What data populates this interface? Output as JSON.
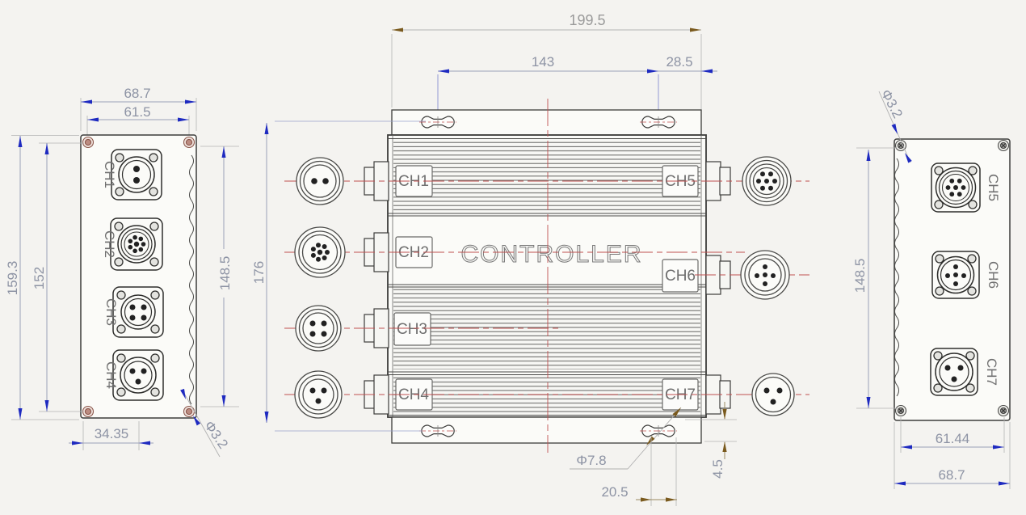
{
  "drawing_title": "CONTROLLER",
  "views": {
    "left_panel": {
      "channels": [
        "CH1",
        "CH2",
        "CH3",
        "CH4"
      ],
      "dimensions": {
        "width_outer": "68.7",
        "width_inner": "61.5",
        "height_outer": "159.3",
        "height_inner": "152",
        "height_right": "148.5",
        "bottom_offset": "34.35",
        "hole_diameter": "Φ3.2"
      }
    },
    "main_view": {
      "label": "CONTROLLER",
      "channels": [
        "CH1",
        "CH2",
        "CH3",
        "CH4",
        "CH5",
        "CH6",
        "CH7"
      ],
      "dimensions": {
        "total_width": "199.5",
        "mount_hole_span": "143",
        "mount_hole_edge_offset": "28.5",
        "total_height": "176",
        "mount_hole_diameter": "Φ7.8",
        "mount_slot_width": "20.5",
        "flange_offset": "4.5"
      }
    },
    "right_panel": {
      "channels": [
        "CH5",
        "CH6",
        "CH7"
      ],
      "dimensions": {
        "hole_diameter": "Φ3.2",
        "height_left": "148.5",
        "width_inner": "61.44",
        "width_outer": "68.7"
      }
    }
  },
  "colors": {
    "dimension_blue": "#1e2ac0",
    "dimension_text": "#8d93a4",
    "dimension_brown": "#7a5a1e",
    "centerline_red": "#bf5050",
    "outline_dark": "#3c3c3a",
    "background": "#f4f3f0"
  }
}
